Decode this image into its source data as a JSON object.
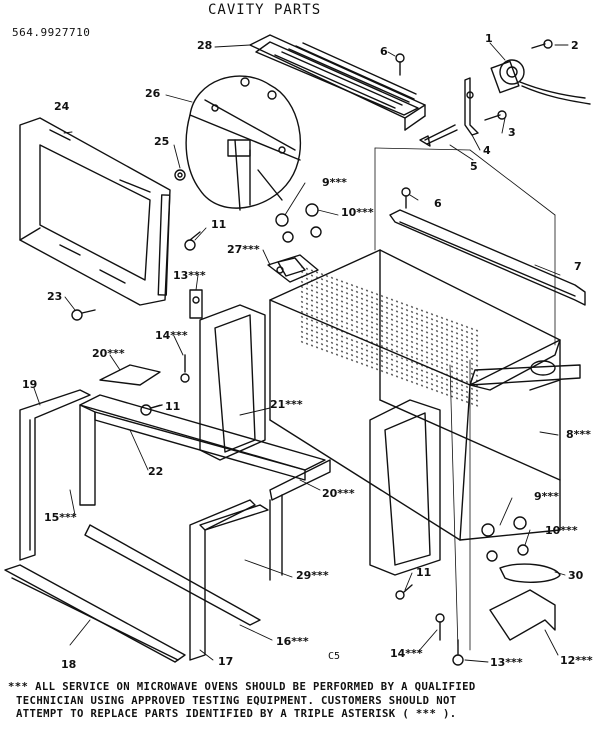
{
  "header": {
    "title": "CAVITY PARTS",
    "part_number": "564.9927710"
  },
  "page_code": "C5",
  "footnote": {
    "line1": "*** ALL SERVICE ON MICROWAVE OVENS SHOULD BE PERFORMED BY A QUALIFIED",
    "line2": "TECHNICIAN USING APPROVED TESTING EQUIPMENT. CUSTOMERS SHOULD NOT",
    "line3": "ATTEMPT TO REPLACE PARTS IDENTIFIED BY A TRIPLE ASTERISK ( *** )."
  },
  "callouts": {
    "c1": "1",
    "c2": "2",
    "c3": "3",
    "c4": "4",
    "c5": "5",
    "c6a": "6",
    "c6b": "6",
    "c7": "7",
    "c8": "8***",
    "c9a": "9***",
    "c9b": "9***",
    "c10a": "10***",
    "c10b": "10***",
    "c11a": "11",
    "c11b": "11",
    "c11c": "11",
    "c12": "12***",
    "c13a": "13***",
    "c13b": "13***",
    "c14a": "14***",
    "c14b": "14***",
    "c15": "15***",
    "c16": "16***",
    "c17": "17",
    "c18": "18",
    "c19": "19",
    "c20a": "20***",
    "c20b": "20***",
    "c21": "21***",
    "c22": "22",
    "c23": "23",
    "c24": "24",
    "c25": "25",
    "c26": "26",
    "c27": "27***",
    "c28": "28",
    "c29": "29***",
    "c30": "30"
  }
}
